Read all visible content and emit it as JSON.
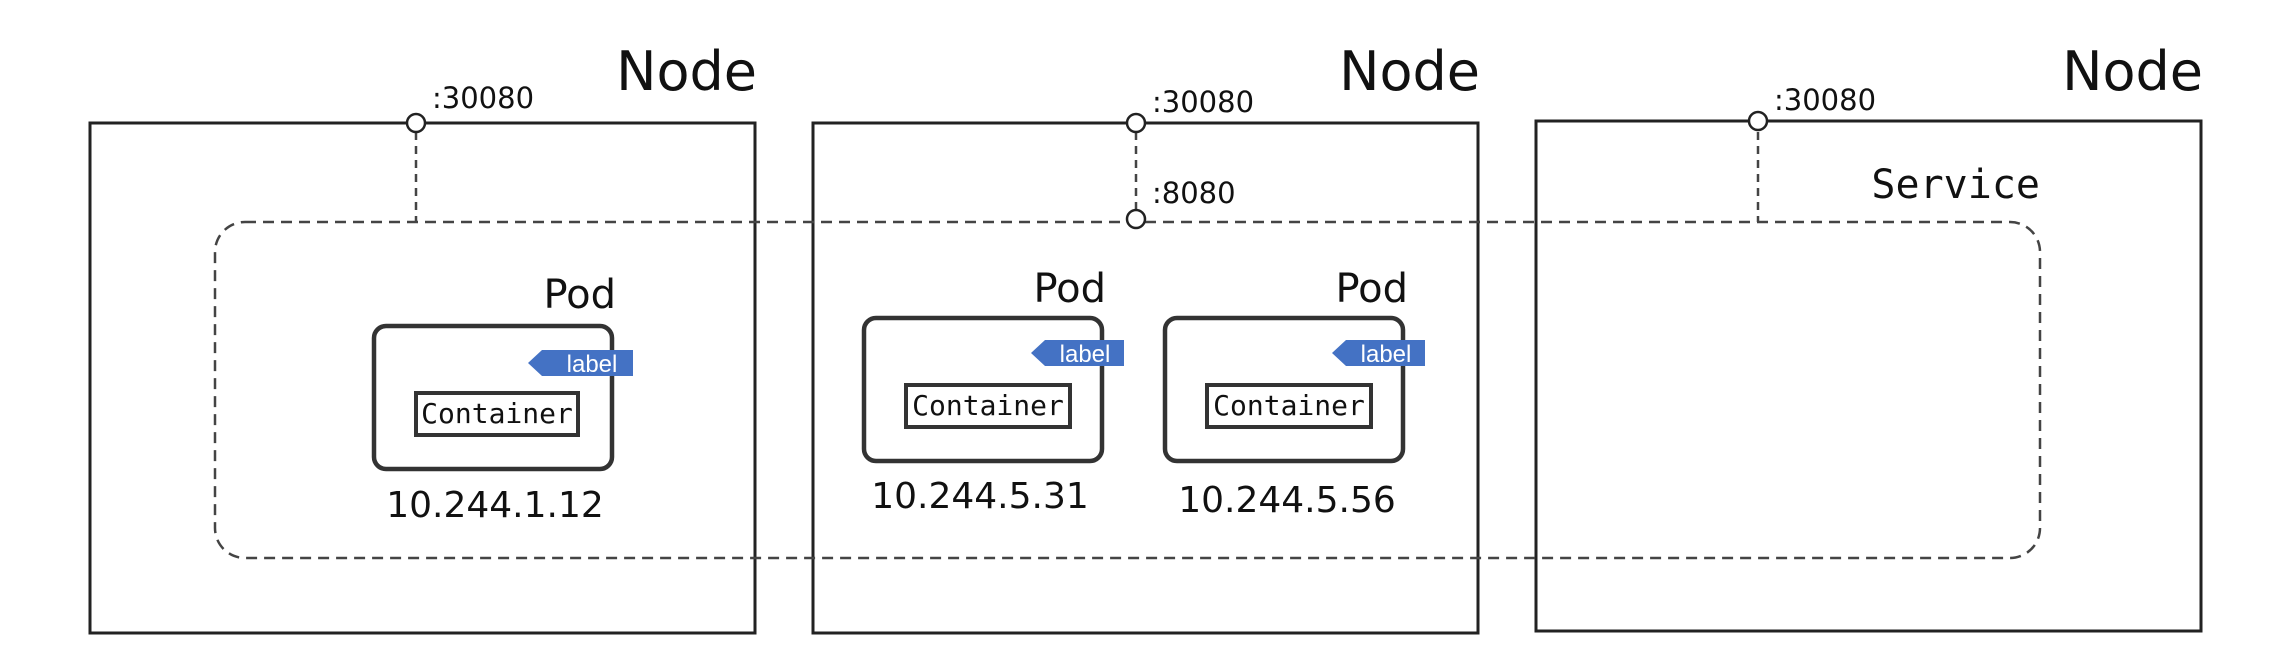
{
  "nodes": [
    {
      "title": "Node",
      "node_port": ":30080"
    },
    {
      "title": "Node",
      "node_port": ":30080"
    },
    {
      "title": "Node",
      "node_port": ":30080"
    }
  ],
  "service": {
    "title": "Service",
    "port": ":8080"
  },
  "pods": [
    {
      "title": "Pod",
      "label": "label",
      "container": "Container",
      "ip": "10.244.1.12"
    },
    {
      "title": "Pod",
      "label": "label",
      "container": "Container",
      "ip": "10.244.5.31"
    },
    {
      "title": "Pod",
      "label": "label",
      "container": "Container",
      "ip": "10.244.5.56"
    }
  ],
  "colors": {
    "label_fill": "#4472c4",
    "line": "#333333",
    "dashed": "#444444"
  }
}
